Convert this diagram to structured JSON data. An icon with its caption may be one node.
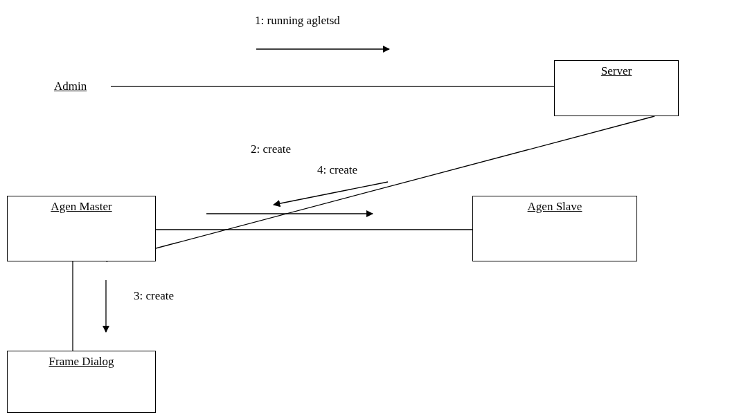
{
  "diagram": {
    "nodes": [
      {
        "text": [
          "Admin"
        ]
      },
      {
        "text": [
          "Server"
        ]
      },
      {
        "text": [
          "Agen Master"
        ]
      },
      {
        "text": [
          "Agen Slave"
        ]
      },
      {
        "text": [
          "Frame Dialog"
        ]
      }
    ],
    "edges": [
      {
        "from": 0,
        "to": 1,
        "arrow": "none"
      },
      {
        "from": 1,
        "to": 2,
        "arrow": "none"
      },
      {
        "from": 2,
        "to": 3,
        "arrow": "none"
      },
      {
        "from": 2,
        "to": 4,
        "arrow": "none"
      }
    ],
    "labels": [
      "1: running agletsd",
      "2: create",
      "4: create",
      "3: create"
    ]
  }
}
